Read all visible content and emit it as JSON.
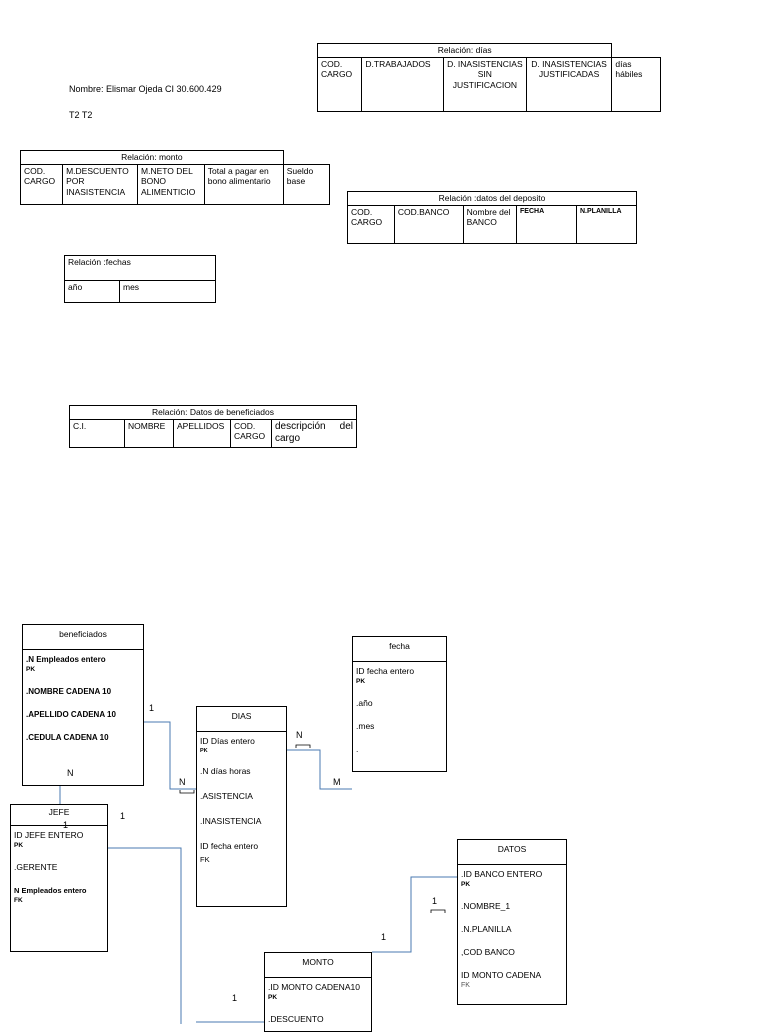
{
  "header": {
    "name_line": "Nombre: Elismar Ojeda CI 30.600.429",
    "task_line": "T2 T2"
  },
  "relations": {
    "dias": {
      "caption": "Relación: días",
      "cols": [
        "COD. CARGO",
        "D.TRABAJADOS",
        "D. INASISTENCIAS SIN JUSTIFICACION",
        "D. INASISTENCIAS JUSTIFICADAS",
        "días hábiles"
      ]
    },
    "monto": {
      "caption": "Relación: monto",
      "cols": [
        "COD. CARGO",
        "M.DESCUENTO POR INASISTENCIA",
        "M.NETO DEL BONO ALIMENTICIO",
        "Total a pagar en bono alimentario",
        "Sueldo base"
      ]
    },
    "deposito": {
      "caption": "Relación :datos del deposito",
      "cols": [
        "COD. CARGO",
        "COD.BANCO",
        "Nombre del BANCO",
        "FECHA",
        "N.PLANILLA"
      ]
    },
    "fechas": {
      "caption": "Relación :fechas",
      "cols": [
        "año",
        "mes"
      ]
    },
    "beneficiados": {
      "caption": "Relación: Datos de beneficiados",
      "cols": [
        "C.I.",
        "NOMBRE",
        "APELLIDOS",
        "COD. CARGO",
        "descripción del cargo"
      ]
    }
  },
  "entities": {
    "beneficiados": {
      "title": "beneficiados",
      "f1": ".N Empleados entero",
      "f1_key": "PK",
      "f2": ".NOMBRE CADENA 10",
      "f3": ".APELLIDO CADENA 10",
      "f4": ".CEDULA CADENA 10"
    },
    "fecha": {
      "title": "fecha",
      "f1": "ID fecha entero",
      "f1_key": "PK",
      "f2": ".año",
      "f3": ".mes",
      "f4": "."
    },
    "dias": {
      "title": "DIAS",
      "f1": "ID Días entero",
      "f1_key": "PK",
      "f2": ".N días horas",
      "f3": ".ASISTENCIA",
      "f4": ".INASISTENCIA",
      "f5": "ID fecha entero",
      "f5_key": "FK"
    },
    "jefe": {
      "title": "JEFE",
      "f1": "ID JEFE ENTERO",
      "f1_key": "PK",
      "f2": ".GERENTE",
      "f3": "N Empleados entero",
      "f3_key": "FK"
    },
    "datos": {
      "title": "DATOS",
      "f1": ".ID BANCO ENTERO",
      "f1_key": "PK",
      "f2": ".NOMBRE_1",
      "f3": ".N.PLANILLA",
      "f4": ",COD BANCO",
      "f5": "ID MONTO CADENA",
      "f5_key": "FK"
    },
    "monto": {
      "title": "MONTO",
      "f1": ".ID MONTO CADENA10",
      "f1_key": "PK",
      "f2": ".DESCUENTO"
    }
  },
  "cardinality": {
    "ben_dias_1": "1",
    "ben_dias_n": "N",
    "ben_jefe_n": "N",
    "jefe_1": "1",
    "jefe_1b": "1",
    "dias_fecha_n": "N",
    "dias_fecha_m": "M",
    "datos_1": "1",
    "monto_datos_1": "1",
    "monto_1": "1"
  },
  "colors": {
    "line": "#4a7ab0",
    "border": "#000000"
  }
}
